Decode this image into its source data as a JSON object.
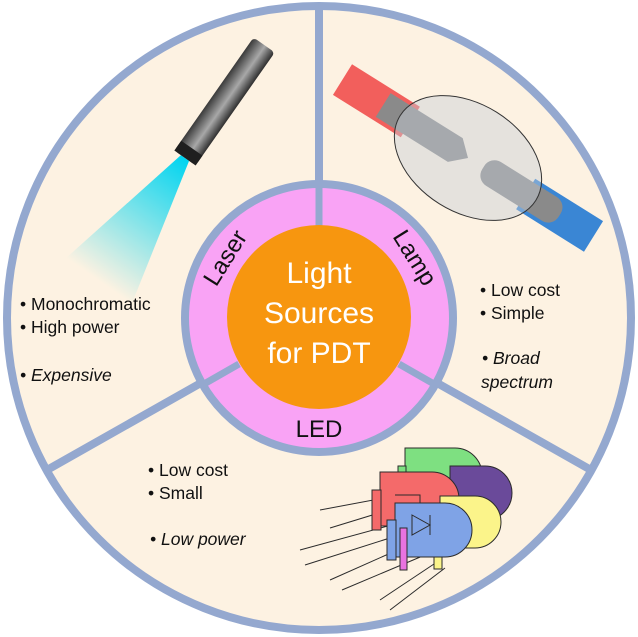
{
  "center": {
    "lines": [
      "Light",
      "Sources",
      "for PDT"
    ]
  },
  "ring": {
    "laser": "Laser",
    "lamp": "Lamp",
    "led": "LED"
  },
  "segments": {
    "laser": {
      "bullets": [
        "• Monochromatic",
        "• High power"
      ],
      "drawback": "• Expensive"
    },
    "lamp": {
      "bullets": [
        "• Low cost",
        "• Simple"
      ],
      "drawback": [
        "• Broad",
        "spectrum"
      ]
    },
    "led": {
      "bullets": [
        "• Low cost",
        "• Small"
      ],
      "drawback": "• Low power"
    }
  },
  "colors": {
    "outer_fill": "#fdf2e2",
    "outer_stroke": "#94a8cf",
    "ring_fill": "#f9a3f5",
    "center_fill": "#f7960f",
    "lamp_red": "#f25f5c",
    "lamp_blue": "#3a86d4",
    "laser_beam": "#00d4f0"
  },
  "icons": [
    "laser-pointer-icon",
    "lamp-bulb-icon",
    "led-cluster-icon"
  ]
}
